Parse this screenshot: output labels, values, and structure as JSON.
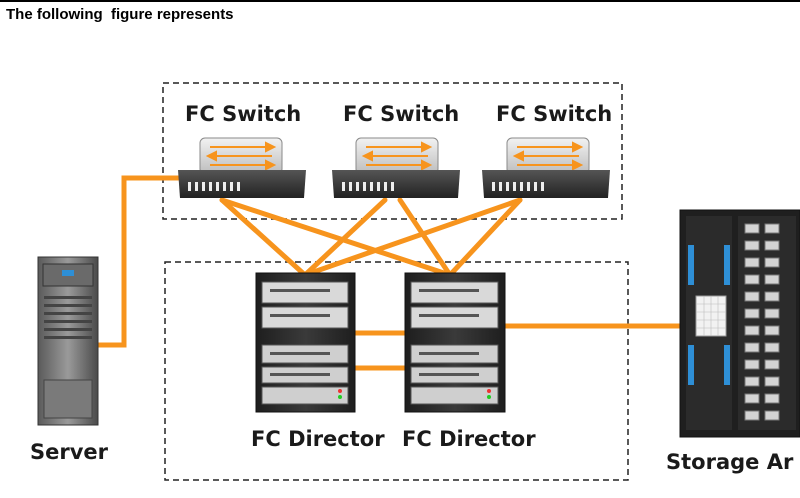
{
  "header": {
    "text": "The following  figure represents"
  },
  "switches": [
    {
      "label": "FC Switch"
    },
    {
      "label": "FC Switch"
    },
    {
      "label": "FC Switch"
    }
  ],
  "directors": [
    {
      "label": "FC Director"
    },
    {
      "label": "FC Director"
    }
  ],
  "server": {
    "label": "Server"
  },
  "storage": {
    "label": "Storage Ar"
  },
  "colors": {
    "link": "#f7941d",
    "dash": "#222222",
    "rack": "#2a2a2a",
    "accent": "#2e8fd6"
  }
}
